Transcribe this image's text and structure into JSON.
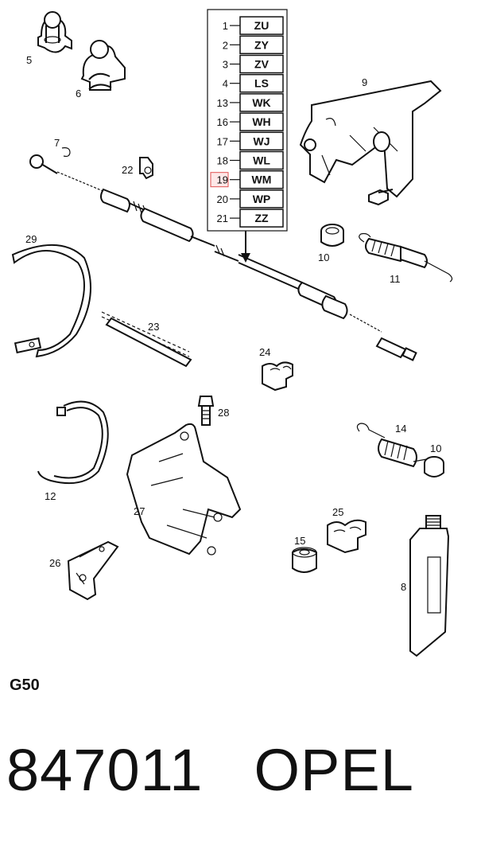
{
  "callouts": {
    "c5": "5",
    "c6": "6",
    "c7": "7",
    "c8": "8",
    "c9": "9",
    "c10a": "10",
    "c10b": "10",
    "c11": "11",
    "c12": "12",
    "c14": "14",
    "c15": "15",
    "c22": "22",
    "c23": "23",
    "c24": "24",
    "c25": "25",
    "c26": "26",
    "c27": "27",
    "c28": "28",
    "c29": "29"
  },
  "variants": [
    {
      "num": "1",
      "code": "ZU"
    },
    {
      "num": "2",
      "code": "ZY"
    },
    {
      "num": "3",
      "code": "ZV"
    },
    {
      "num": "4",
      "code": "LS"
    },
    {
      "num": "13",
      "code": "WK"
    },
    {
      "num": "16",
      "code": "WH"
    },
    {
      "num": "17",
      "code": "WJ"
    },
    {
      "num": "18",
      "code": "WL"
    },
    {
      "num": "19",
      "code": "WM",
      "highlighted": true
    },
    {
      "num": "20",
      "code": "WP"
    },
    {
      "num": "21",
      "code": "ZZ"
    }
  ],
  "highlight_color": "#e05050",
  "diagram_code": "G50",
  "footer": {
    "part_number": "847011",
    "brand": "OPEL"
  }
}
